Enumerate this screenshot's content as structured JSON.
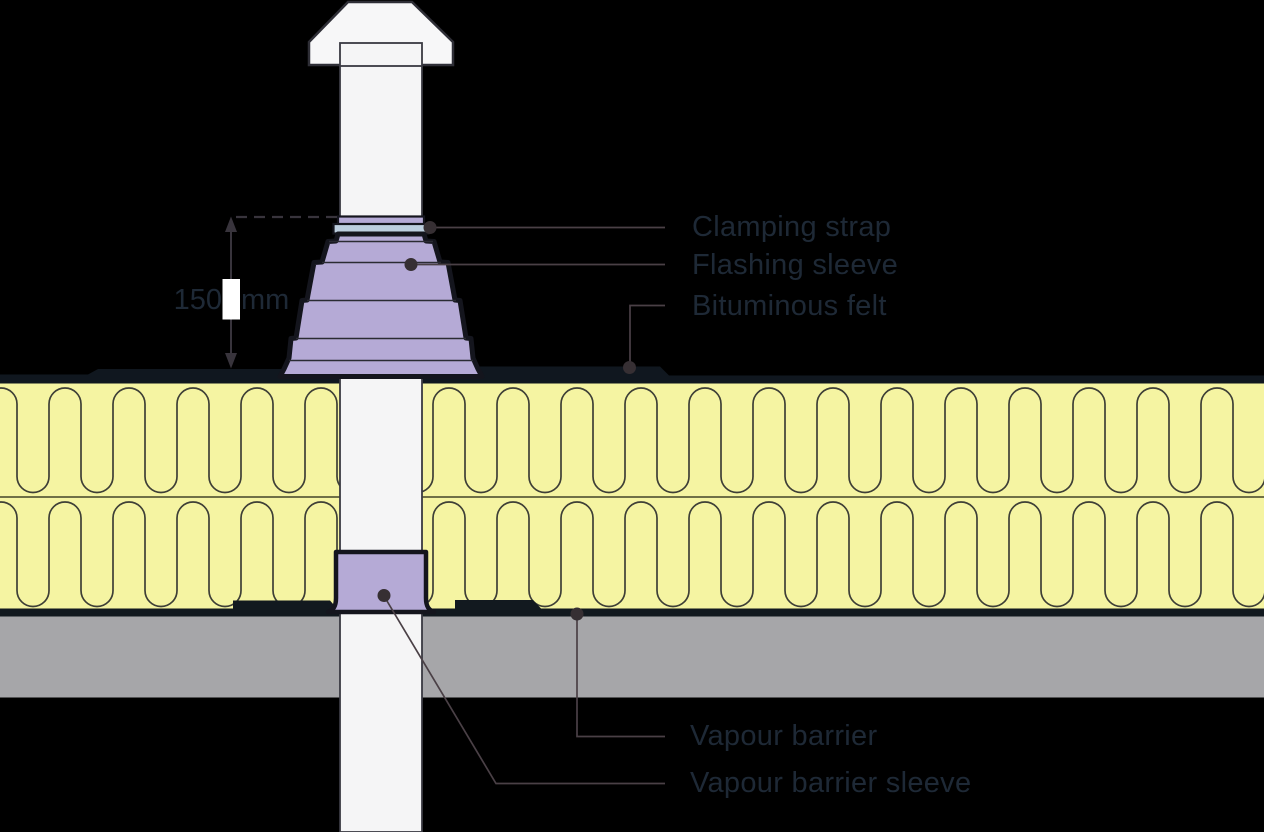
{
  "diagram": {
    "type": "construction-detail-section",
    "subject": "Roof penetration flashing detail",
    "labels": {
      "clamping_strap": "Clamping strap",
      "flashing_sleeve": "Flashing sleeve",
      "bituminous_felt": "Bituminous felt",
      "vapour_barrier": "Vapour barrier",
      "vapour_barrier_sleeve": "Vapour barrier sleeve"
    },
    "dimension": {
      "value": "150",
      "unit": "mm"
    }
  },
  "colors": {
    "background": "#000000",
    "insulation_fill": "#f5f4a2",
    "insulation_line": "#3e3f36",
    "insulation_divider": "#6f7046",
    "felt_dark": "#10171f",
    "barrier_dark": "#12191f",
    "deck_gray": "#a6a6a9",
    "pipe_fill": "#f5f5f6",
    "pipe_stroke": "#3a3a42",
    "cap_fill": "#f7f7f8",
    "cap_stroke": "#2e2e36",
    "outline_dark": "#14151d",
    "sleeve_purple": "#b5aad6",
    "strap_blue": "#bccede",
    "tier_line": "#2a2b33",
    "leader_line": "#4a4046",
    "leader_dot": "#362f33",
    "dimension_line": "#38343c",
    "label_text": "#1e2936",
    "mask_white": "#ffffff"
  }
}
